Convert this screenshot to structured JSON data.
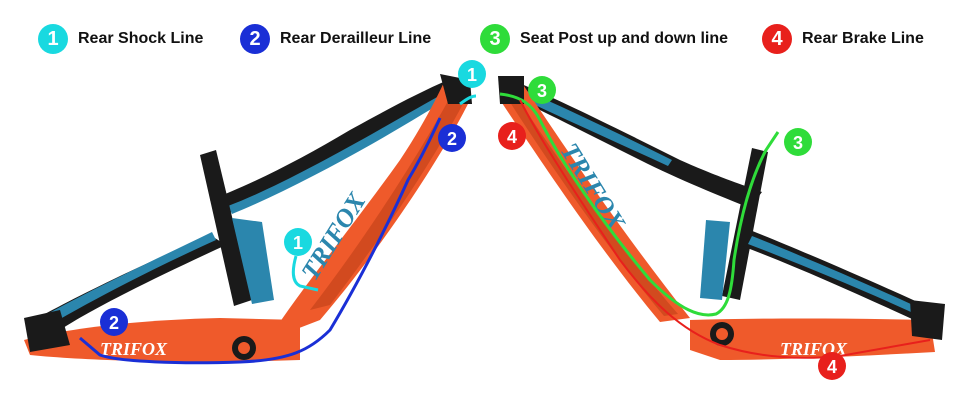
{
  "legend": [
    {
      "number": "1",
      "label": "Rear Shock Line",
      "color": "#19d9e0"
    },
    {
      "number": "2",
      "label": "Rear Derailleur Line",
      "color": "#1a2fd6"
    },
    {
      "number": "3",
      "label": "Seat Post up and down line",
      "color": "#2fdc3a"
    },
    {
      "number": "4",
      "label": "Rear Brake Line",
      "color": "#e8201c"
    }
  ],
  "frame_brand_left": "TRIFOX",
  "frame_brand_right": "TRIFOX",
  "frame_downtube_text_left": "TRIFOX",
  "frame_downtube_text_right": "TRIFOX",
  "colors": {
    "frame_black": "#1a1a1a",
    "frame_blue": "#2b86ad",
    "frame_orange": "#ef5a2b",
    "frame_orange_dark": "#d24a1f"
  }
}
